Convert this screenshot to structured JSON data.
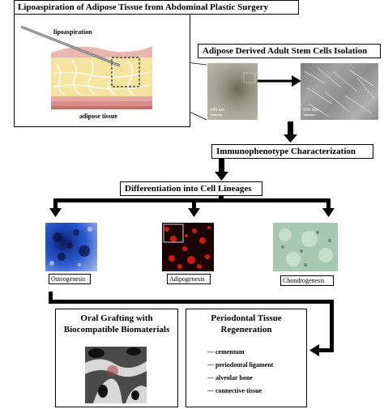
{
  "lipoaspiration": {
    "title": "Lipoaspiration of Adipose Tissue from Abdominal Plastic Surgery",
    "needle_label": "lipoaspiration",
    "tissue_label": "adipose tissue"
  },
  "isolation": {
    "title": "Adipose Derived Adult Stem Cells Isolation",
    "scale_left": "100 um",
    "scale_right": "100 um"
  },
  "immuno": {
    "title": "Immunophenotype Characterization"
  },
  "differentiation": {
    "title": "Differentiation into Cell Lineages",
    "lineages": [
      {
        "label": "Osteogenesis"
      },
      {
        "label": "Adipogenesis"
      },
      {
        "label": "Chondrogenesis"
      }
    ]
  },
  "oral": {
    "title_line1": "Oral Grafting with",
    "title_line2": "Biocompatible Biomaterials"
  },
  "periodontal": {
    "title_line1": "Periodontal Tissue",
    "title_line2": "Regeneration",
    "items": [
      "cementum",
      "periodontal ligament",
      "alveolar bone",
      "connective tissue"
    ]
  },
  "colors": {
    "osteo": "#1a3fa8",
    "adipo": "#b0140c",
    "chondro": "#a8c9b0",
    "fat": "#f5e3a0",
    "skin": "#e8b8b0"
  }
}
